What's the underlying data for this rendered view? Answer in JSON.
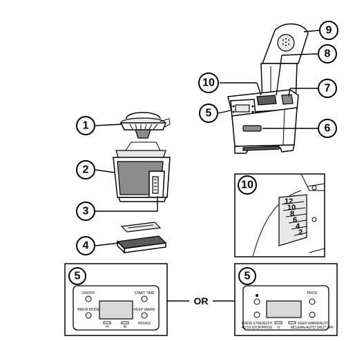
{
  "callouts": {
    "c1": "1",
    "c2": "2",
    "c3": "3",
    "c4": "4",
    "c5": "5",
    "c6": "6",
    "c7": "7",
    "c8": "8",
    "c9": "9",
    "c10": "10",
    "inset_scale": "10",
    "panel_a": "5",
    "panel_b": "5"
  },
  "connector_label": "OR",
  "water_scale": [
    "12",
    "10",
    "8",
    "6",
    "4",
    "2"
  ],
  "panel_a": {
    "on_off": "ON/OFF",
    "brew_mode": "BREW MODE",
    "start_time": "START TIME",
    "keep_warm": "KEEP WARM",
    "hours": "HOURS",
    "h": "H",
    "m": "M"
  },
  "panel_b": {
    "prog": "PROG",
    "brew_strength": "BREW STRENGTH",
    "auto_stop": "AUTO STOP/PROG",
    "h": "H",
    "m": "M",
    "keep_warm_auto": "KEEP WARM/AUTO",
    "clean": "CLEAN-AUTO SHUT OFF"
  }
}
